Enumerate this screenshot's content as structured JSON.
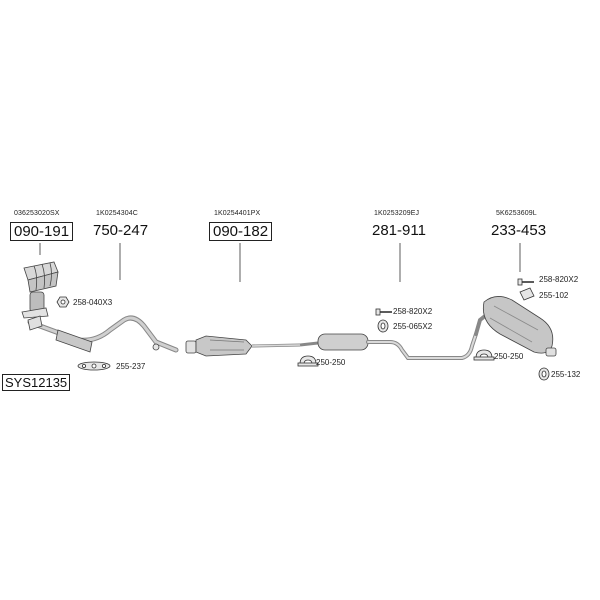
{
  "system_code": "SYS12135",
  "parts": [
    {
      "oem": "036253020SX",
      "number": "090-191",
      "boxed": true
    },
    {
      "oem": "1K0254304C",
      "number": "750-247",
      "boxed": false
    },
    {
      "oem": "1K0254401PX",
      "number": "090-182",
      "boxed": true
    },
    {
      "oem": "1K0253209EJ",
      "number": "281-911",
      "boxed": false
    },
    {
      "oem": "5K6253609L",
      "number": "233-453",
      "boxed": false
    }
  ],
  "accessories": [
    {
      "label": "258-040X3"
    },
    {
      "label": "255-237"
    },
    {
      "label": "250-250"
    },
    {
      "label": "258-820X2"
    },
    {
      "label": "255-065X2"
    },
    {
      "label": "250-250"
    },
    {
      "label": "258-820X2"
    },
    {
      "label": "255-102"
    },
    {
      "label": "255-132"
    }
  ]
}
